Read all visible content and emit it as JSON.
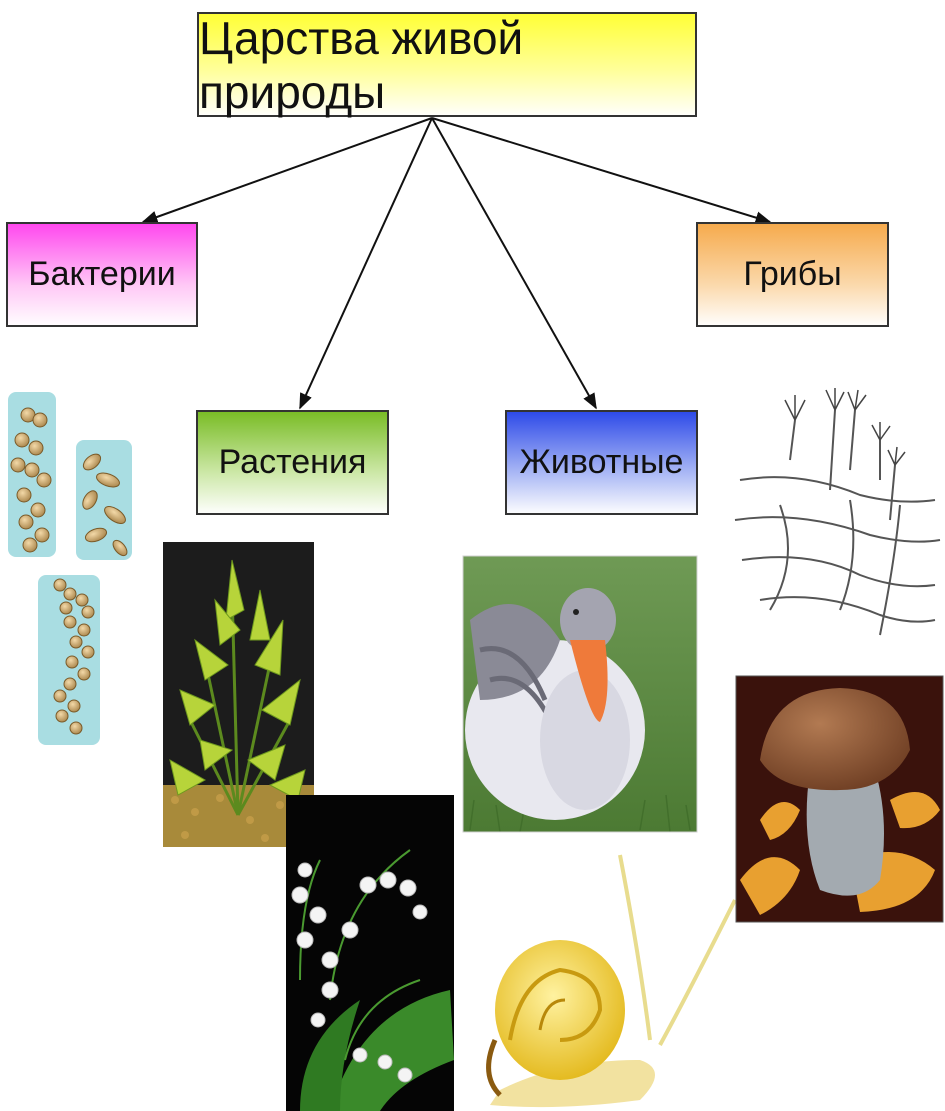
{
  "diagram": {
    "title": "Царства живой природы",
    "kingdoms": [
      {
        "key": "bacteria",
        "label": "Бактерии",
        "gradient": [
          "#ff44ee",
          "#ffffff"
        ]
      },
      {
        "key": "plants",
        "label": "Растения",
        "gradient": [
          "#77bb22",
          "#ffffff"
        ]
      },
      {
        "key": "animals",
        "label": "Животные",
        "gradient": [
          "#2a47e8",
          "#ffffff"
        ]
      },
      {
        "key": "fungi",
        "label": "Грибы",
        "gradient": [
          "#f6a94a",
          "#ffffff"
        ]
      }
    ],
    "title_gradient": [
      "#ffff33",
      "#ffffff"
    ]
  },
  "pictures": [
    {
      "key": "bacteria-cells",
      "icon": "bacteria-cells-icon"
    },
    {
      "key": "water-plant",
      "icon": "aquatic-plant-icon"
    },
    {
      "key": "lily-of-the-valley",
      "icon": "lily-of-the-valley-icon"
    },
    {
      "key": "goose",
      "icon": "goose-icon"
    },
    {
      "key": "snail",
      "icon": "snail-icon"
    },
    {
      "key": "mold",
      "icon": "mold-fungus-icon"
    },
    {
      "key": "mushroom",
      "icon": "boletus-mushroom-icon"
    }
  ]
}
